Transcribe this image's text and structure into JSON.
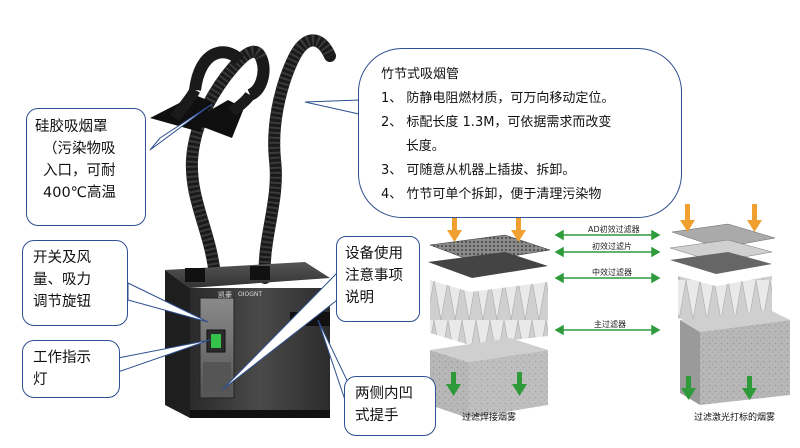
{
  "product": {
    "brand_logo": "凯豪",
    "model_badge": "OIOGNT"
  },
  "callouts": {
    "hood": "硅胶吸烟罩（污染物吸入口，可耐400℃高温",
    "hood_lines": [
      "硅胶吸烟罩",
      "（污染物吸",
      "入口，可耐",
      "400℃高温"
    ],
    "switch_lines": [
      "开关及风",
      "量、吸力",
      "调节旋钮"
    ],
    "indicator_lines": [
      "工作指示",
      "灯"
    ],
    "manual_lines": [
      "设备使用",
      "注意事项",
      "说明"
    ],
    "handle_lines": [
      "两侧内凹",
      "式提手"
    ],
    "pipe_title": "竹节式吸烟管",
    "pipe_items": [
      "1、  防静电阻燃材质，可万向移动定位。",
      "2、  标配长度 1.3M，可依据需求而改变",
      "      长度。",
      "3、  可随意从机器上插拔、拆卸。",
      "4、  竹节可单个拆卸，便于清理污染物"
    ]
  },
  "filter_diagram": {
    "layers": [
      "AD初效过滤器",
      "初效过滤片",
      "中效过滤器",
      "主过滤器"
    ],
    "left_bottom_label": "过滤焊接烟雾",
    "right_bottom_label": "过滤激光打标的烟雾"
  },
  "colors": {
    "callout_border": "#2f4f8f",
    "inflow_arrow": "#f0a030",
    "outflow_arrow": "#2f9a3a",
    "housing": "#3c3c3c",
    "indicator": "#35c24a"
  }
}
